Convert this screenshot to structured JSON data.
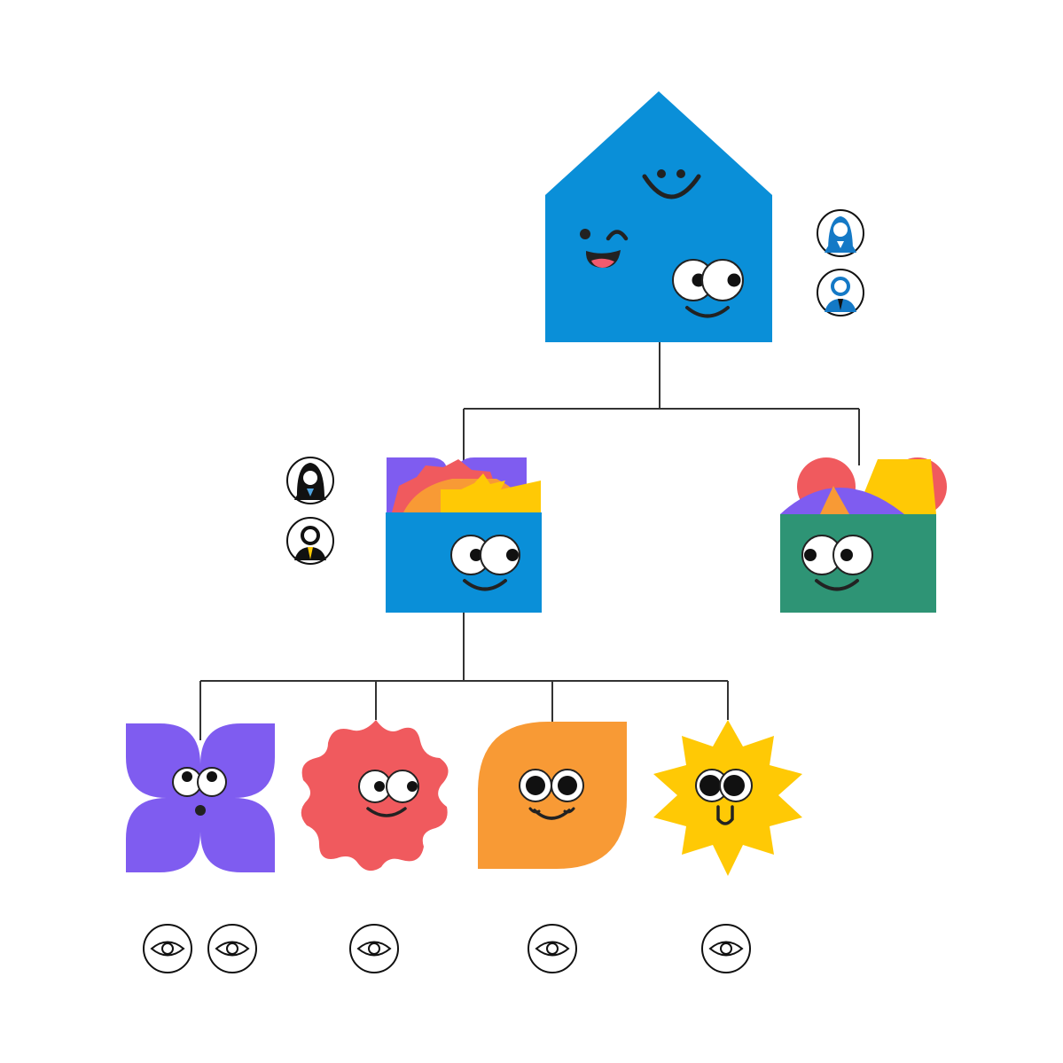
{
  "diagram": {
    "type": "org-hierarchy",
    "colors": {
      "blue": "#0A8FD8",
      "green": "#2E9475",
      "purple": "#7F5CF0",
      "red": "#F05A5E",
      "orange": "#F89A35",
      "yellow": "#FFC905",
      "line": "#333333",
      "ink": "#222222"
    },
    "root": {
      "shape": "house",
      "color": "blue",
      "faces": [
        "smile-face",
        "wink-face",
        "googly-eyes-face"
      ],
      "members": [
        "woman-avatar-icon",
        "man-avatar-icon"
      ]
    },
    "level2": [
      {
        "shape": "open-box",
        "color": "blue",
        "contents": [
          "purple",
          "red",
          "orange",
          "yellow"
        ],
        "members": [
          "woman-avatar-icon",
          "man-avatar-icon"
        ]
      },
      {
        "shape": "open-box",
        "color": "green",
        "contents": [
          "red",
          "purple",
          "yellow",
          "orange"
        ],
        "members": []
      }
    ],
    "level3": [
      {
        "shape": "four-petal-flower",
        "color": "purple",
        "face": "surprised",
        "viewers": 2
      },
      {
        "shape": "wavy-blob",
        "color": "red",
        "face": "smile",
        "viewers": 1
      },
      {
        "shape": "leaf",
        "color": "orange",
        "face": "grin",
        "viewers": 1
      },
      {
        "shape": "sun-star",
        "color": "yellow",
        "face": "tongue",
        "viewers": 1
      }
    ],
    "viewer_icon": "eye-icon"
  }
}
